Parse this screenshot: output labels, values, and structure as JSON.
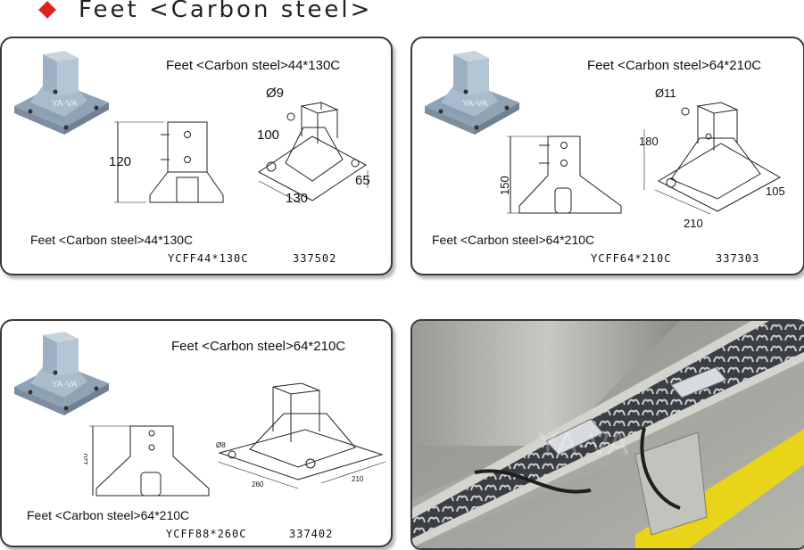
{
  "header": {
    "title": "Feet <Carbon steel>"
  },
  "cards": [
    {
      "title": "Feet <Carbon steel>44*130C",
      "caption": "Feet <Carbon steel>44*130C",
      "code": "YCFF44*130C",
      "part_no": "337502",
      "dims": {
        "height": "120",
        "hole": "Ø9",
        "depth": "100",
        "width": "130",
        "side": "65"
      }
    },
    {
      "title": "Feet <Carbon steel>64*210C",
      "caption": "Feet <Carbon steel>64*210C",
      "code": "YCFF64*210C",
      "part_no": "337303",
      "dims": {
        "height": "150",
        "hole": "Ø11",
        "depth": "180",
        "width": "210",
        "side": "105"
      }
    },
    {
      "title": "Feet <Carbon steel>64*210C",
      "caption": "Feet <Carbon steel>64*210C",
      "code": "YCFF88*260C",
      "part_no": "337402",
      "dims": {
        "height": "120",
        "hole": "Ø8",
        "width": "260",
        "side": "210"
      }
    }
  ],
  "photo": {
    "watermark": "YA-VA"
  },
  "colors": {
    "accent": "#e02020",
    "part_blue": "#a9bccb",
    "part_blue_dark": "#8096a8",
    "safety_yellow": "#e8d51a"
  }
}
